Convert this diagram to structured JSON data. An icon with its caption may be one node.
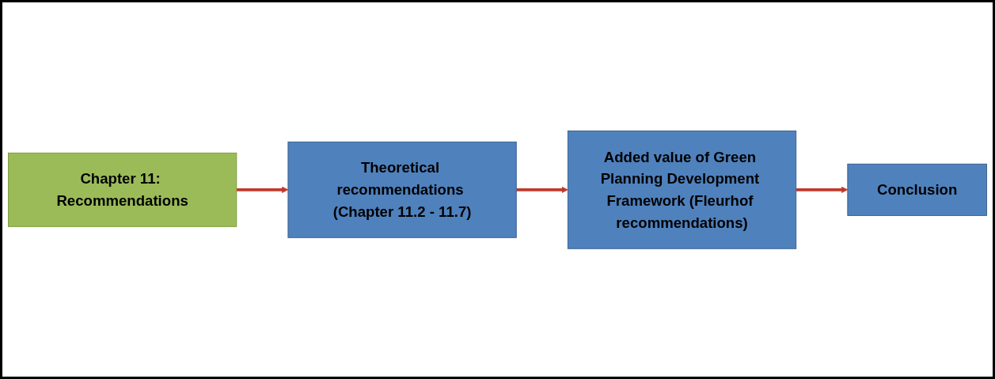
{
  "diagram": {
    "nodes": [
      {
        "text": [
          "Chapter 11: Recommendations"
        ]
      },
      {
        "text": [
          "Theoretical recommendations (Chapter 11.2 - 11.7)"
        ]
      },
      {
        "text": [
          "Added value of Green Planning Development Framework (Fleurhof recommendations)"
        ]
      },
      {
        "text": [
          "Conclusion"
        ]
      }
    ],
    "edges": [
      {
        "from": 0,
        "to": 1,
        "arrow": "to"
      },
      {
        "from": 1,
        "to": 2,
        "arrow": "to"
      },
      {
        "from": 2,
        "to": 3,
        "arrow": "to"
      }
    ]
  }
}
